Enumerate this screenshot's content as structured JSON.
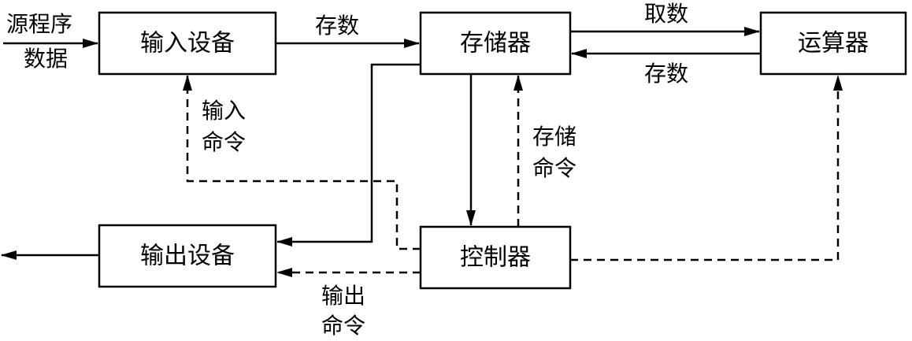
{
  "boxes": {
    "input_device": "输入设备",
    "memory": "存储器",
    "alu": "运算器",
    "output_device": "输出设备",
    "controller": "控制器"
  },
  "labels": {
    "source_line1": "源程序",
    "source_line2": "数据",
    "store_top": "存数",
    "fetch": "取数",
    "store_return": "存数",
    "input_cmd_line1": "输入",
    "input_cmd_line2": "命令",
    "store_cmd_line1": "存储",
    "store_cmd_line2": "命令",
    "output_cmd_line1": "输出",
    "output_cmd_line2": "命令"
  }
}
